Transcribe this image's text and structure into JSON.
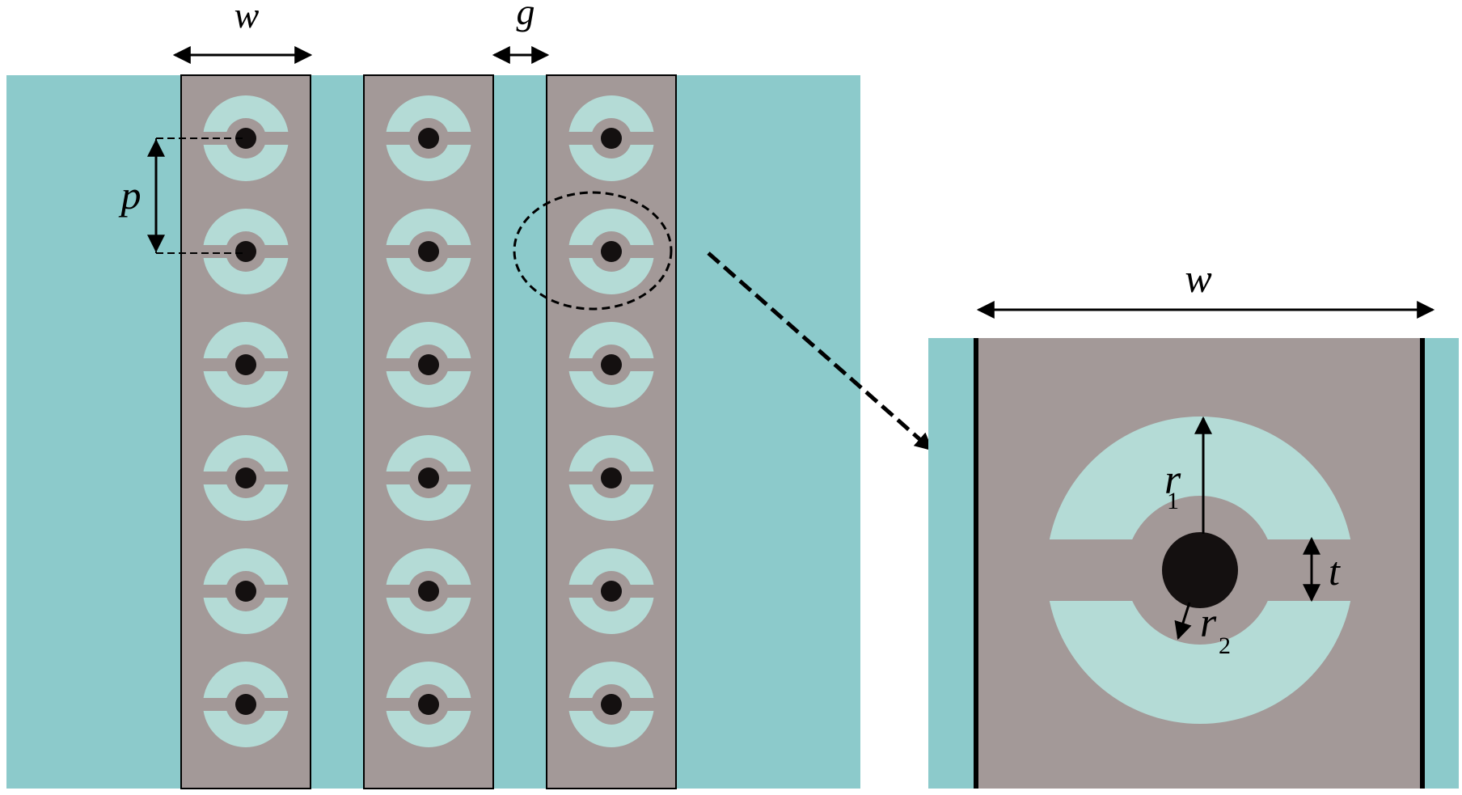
{
  "labels": {
    "strip_width": "w",
    "gap": "g",
    "period": "p",
    "zoom_width": "w",
    "outer_radius": "r",
    "outer_radius_sub": "1",
    "inner_radius": "r",
    "inner_radius_sub": "2",
    "slot_width": "t"
  },
  "colors": {
    "substrate": "#8ccacb",
    "strip": "#a39998",
    "ring": "#b4dbd6",
    "via": "#141010",
    "outline": "#000000"
  },
  "layout_info": {
    "strip_count": 3,
    "units_per_strip": 6
  }
}
